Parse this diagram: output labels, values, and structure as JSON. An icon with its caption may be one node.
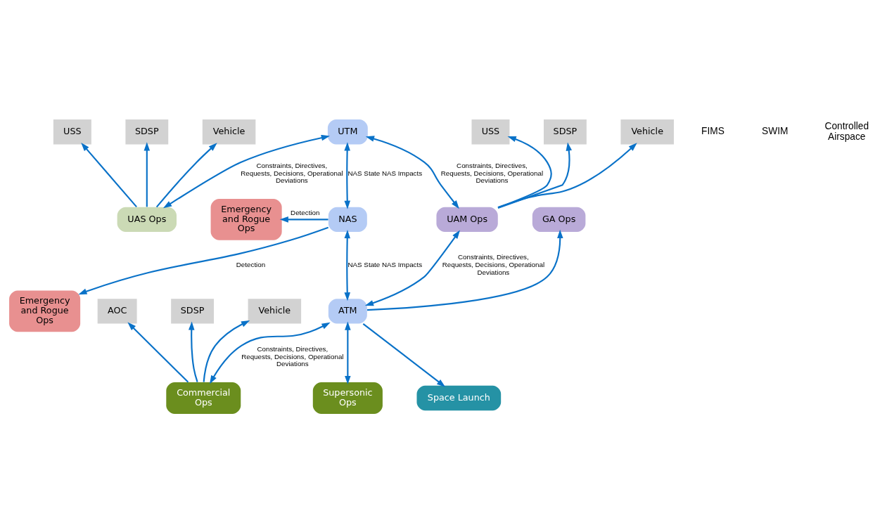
{
  "diagram": {
    "nodes": [
      {
        "text": [
          "UTM"
        ]
      },
      {
        "text": [
          "USS"
        ]
      },
      {
        "text": [
          "SDSP"
        ]
      },
      {
        "text": [
          "Vehicle"
        ]
      },
      {
        "text": [
          "Emergency and Rogue Ops"
        ]
      },
      {
        "text": [
          "UAS Ops"
        ]
      },
      {
        "text": [
          "NAS"
        ]
      },
      {
        "text": [
          "USS"
        ]
      },
      {
        "text": [
          "SDSP"
        ]
      },
      {
        "text": [
          "Vehicle"
        ]
      },
      {
        "text": [
          "UAM Ops"
        ]
      },
      {
        "text": [
          "GA Ops"
        ]
      },
      {
        "text": [
          "Emergency and Rogue Ops"
        ]
      },
      {
        "text": [
          "ATM"
        ]
      },
      {
        "text": [
          "AOC"
        ]
      },
      {
        "text": [
          "SDSP"
        ]
      },
      {
        "text": [
          "Vehicle"
        ]
      },
      {
        "text": [
          "Commercial Ops"
        ]
      },
      {
        "text": [
          "Supersonic Ops"
        ]
      },
      {
        "text": [
          "Space Launch"
        ]
      }
    ],
    "edges": [
      {
        "from": 5,
        "to": 0,
        "arrow": "both",
        "label": "Constraints, Directives, Requests, Decisions, Operational Deviations"
      },
      {
        "from": 5,
        "to": 1,
        "arrow": "to"
      },
      {
        "from": 5,
        "to": 2,
        "arrow": "to"
      },
      {
        "from": 5,
        "to": 3,
        "arrow": "to"
      },
      {
        "from": 10,
        "to": 0,
        "arrow": "both",
        "label": "Constraints, Directives, Requests, Decisions, Operational Deviations"
      },
      {
        "from": 10,
        "to": 7,
        "arrow": "to"
      },
      {
        "from": 10,
        "to": 8,
        "arrow": "to"
      },
      {
        "from": 10,
        "to": 9,
        "arrow": "to"
      },
      {
        "from": 0,
        "to": 6,
        "arrow": "both",
        "label": "NAS State NAS Impacts"
      },
      {
        "from": 6,
        "to": 4,
        "arrow": "to",
        "label": "Detection"
      },
      {
        "from": 6,
        "to": 13,
        "arrow": "both",
        "label": "NAS State NAS Impacts"
      },
      {
        "from": 6,
        "to": 12,
        "arrow": "to",
        "label": "Detection"
      },
      {
        "from": 13,
        "to": 10,
        "arrow": "both",
        "label": "Constraints, Directives, Requests, Decisions, Operational Deviations"
      },
      {
        "from": 13,
        "to": 11,
        "arrow": "to"
      },
      {
        "from": 13,
        "to": 19,
        "arrow": "to"
      },
      {
        "from": 17,
        "to": 13,
        "arrow": "both",
        "label": "Constraints, Directives, Requests, Decisions, Operational Deviations"
      },
      {
        "from": 17,
        "to": 14,
        "arrow": "to"
      },
      {
        "from": 17,
        "to": 15,
        "arrow": "to"
      },
      {
        "from": 17,
        "to": 16,
        "arrow": "to"
      },
      {
        "from": 13,
        "to": 18,
        "arrow": "both"
      }
    ],
    "labels": [
      "FIMS",
      "SWIM",
      "Controlled Airspace"
    ]
  }
}
